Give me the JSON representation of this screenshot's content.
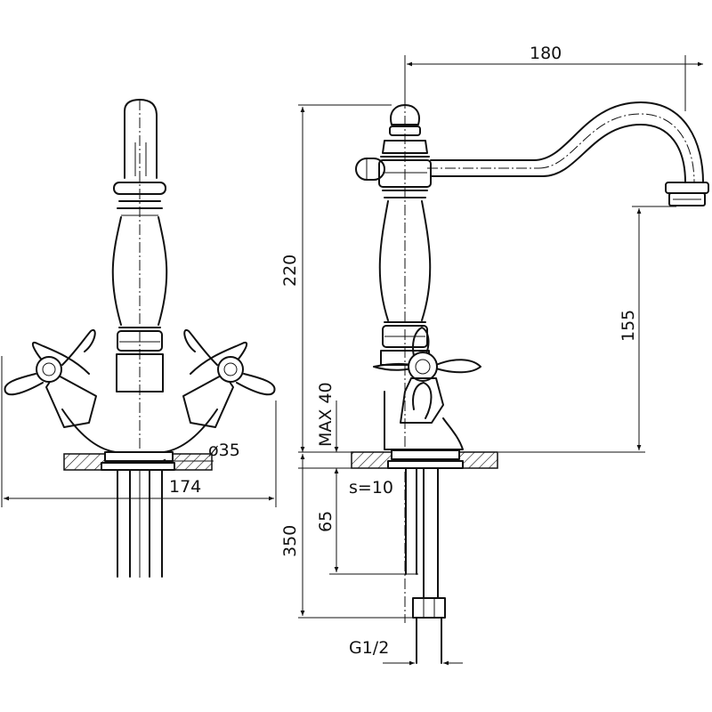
{
  "dimensions": {
    "width_spout": "180",
    "height_total": "220",
    "height_spout": "155",
    "max_thickness": "MAX 40",
    "hole_diameter": "ø35",
    "width_handles": "174",
    "pipe_length": "350",
    "pipe_depth": "65",
    "wall_thickness": "s=10",
    "thread": "G1/2"
  }
}
